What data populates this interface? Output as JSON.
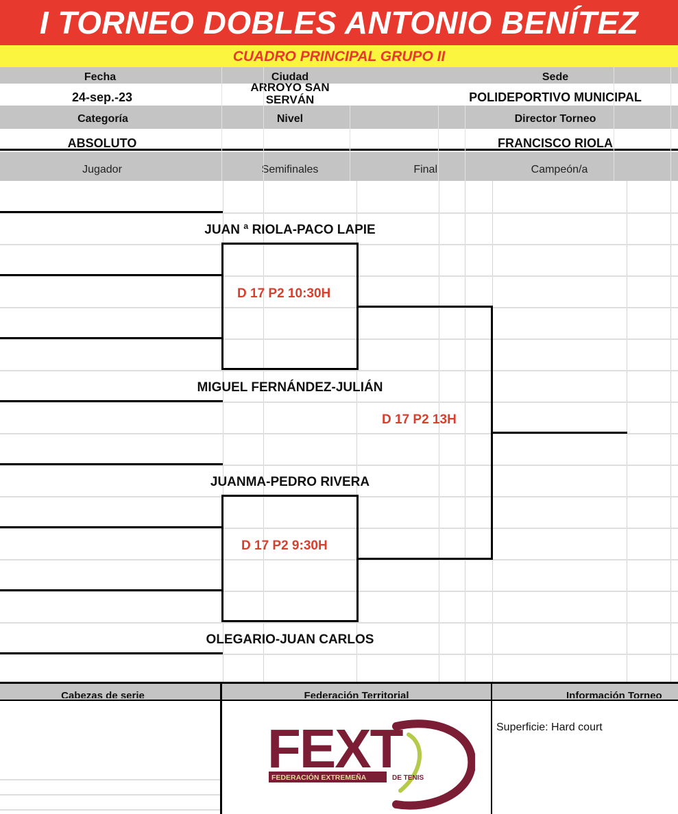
{
  "header": {
    "title": "I TORNEO DOBLES ANTONIO BENÍTEZ",
    "subtitle": "CUADRO PRINCIPAL GRUPO II"
  },
  "info": {
    "fecha_label": "Fecha",
    "ciudad_label": "Ciudad",
    "sede_label": "Sede",
    "fecha_value": "24-sep.-23",
    "ciudad_value": "ARROYO SAN SERVÁN",
    "sede_value": "POLIDEPORTIVO MUNICIPAL",
    "categoria_label": "Categoría",
    "nivel_label": "Nivel",
    "director_label": "Director Torneo",
    "categoria_value": "ABSOLUTO",
    "nivel_value": "",
    "director_value": "FRANCISCO RIOLA"
  },
  "columns": {
    "jugador": "Jugador",
    "semifinales": "Semifinales",
    "final": "Final",
    "campeon": "Campeón/a"
  },
  "bracket": {
    "teams": [
      "JUAN ª RIOLA-PACO LAPIE",
      "MIGUEL FERNÁNDEZ-JULIÁN",
      "JUANMA-PEDRO RIVERA",
      "OLEGARIO-JUAN CARLOS"
    ],
    "semi1_schedule": "D 17 P2 10:30H",
    "semi2_schedule": "D 17 P2 9:30H",
    "final_schedule": "D 17 P2 13H"
  },
  "footer": {
    "seeds_label": "Cabezas  de serie",
    "federation_label": "Federación Territorial",
    "info_label": "Información Torneo",
    "surface": "Superficie:  Hard court",
    "logo_letters": "FEXT",
    "logo_band": "FEDERACIÓN EXTREMEÑA",
    "logo_tail": "DE TENIS"
  },
  "colors": {
    "title_bg": "#e8392f",
    "subtitle_bg": "#fcf53f",
    "schedule_text": "#d6402f",
    "logo": "#7a1d35",
    "logo_ball": "#b5c94a"
  }
}
